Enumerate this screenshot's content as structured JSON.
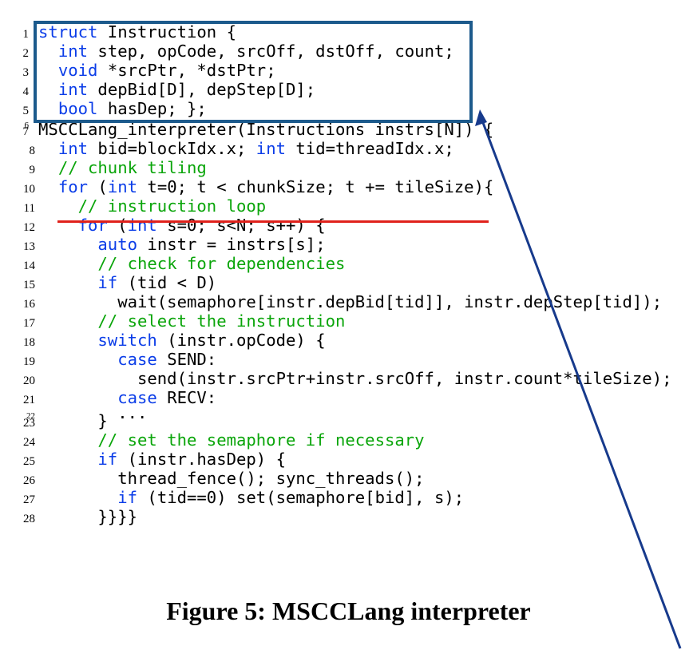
{
  "caption": "Figure 5: MSCCLang interpreter",
  "code_lines": [
    {
      "num": "1",
      "segments": [
        {
          "t": "struct",
          "c": "kw"
        },
        {
          "t": " Instruction {",
          "c": ""
        }
      ]
    },
    {
      "num": "2",
      "segments": [
        {
          "t": "  ",
          "c": ""
        },
        {
          "t": "int",
          "c": "kw"
        },
        {
          "t": " step, opCode, srcOff, dstOff, count;",
          "c": ""
        }
      ]
    },
    {
      "num": "3",
      "segments": [
        {
          "t": "  ",
          "c": ""
        },
        {
          "t": "void",
          "c": "kw"
        },
        {
          "t": " *srcPtr, *dstPtr;",
          "c": ""
        }
      ]
    },
    {
      "num": "4",
      "segments": [
        {
          "t": "  ",
          "c": ""
        },
        {
          "t": "int",
          "c": "kw"
        },
        {
          "t": " depBid[D], depStep[D];",
          "c": ""
        }
      ]
    },
    {
      "num": "5",
      "segments": [
        {
          "t": "  ",
          "c": ""
        },
        {
          "t": "bool",
          "c": "kw"
        },
        {
          "t": " hasDep; };",
          "c": ""
        }
      ]
    },
    {
      "num": "6",
      "segments": []
    },
    {
      "num": "7",
      "segments": [
        {
          "t": "MSCCLang_interpreter(Instructions instrs[N]) {",
          "c": ""
        }
      ]
    },
    {
      "num": "8",
      "segments": [
        {
          "t": "  ",
          "c": ""
        },
        {
          "t": "int",
          "c": "kw"
        },
        {
          "t": " bid=blockIdx.x; ",
          "c": ""
        },
        {
          "t": "int",
          "c": "kw"
        },
        {
          "t": " tid=threadIdx.x;",
          "c": ""
        }
      ]
    },
    {
      "num": "9",
      "segments": [
        {
          "t": "  ",
          "c": ""
        },
        {
          "t": "// chunk tiling",
          "c": "cm"
        }
      ]
    },
    {
      "num": "10",
      "segments": [
        {
          "t": "  ",
          "c": ""
        },
        {
          "t": "for",
          "c": "kw"
        },
        {
          "t": " (",
          "c": ""
        },
        {
          "t": "int",
          "c": "kw"
        },
        {
          "t": " t=0; t < chunkSize; t += tileSize){",
          "c": ""
        }
      ]
    },
    {
      "num": "11",
      "segments": [
        {
          "t": "    ",
          "c": ""
        },
        {
          "t": "// instruction loop",
          "c": "cm"
        }
      ]
    },
    {
      "num": "12",
      "segments": [
        {
          "t": "    ",
          "c": ""
        },
        {
          "t": "for",
          "c": "kw"
        },
        {
          "t": " (",
          "c": ""
        },
        {
          "t": "int",
          "c": "kw"
        },
        {
          "t": " s=0; s<N; s++) {",
          "c": ""
        }
      ]
    },
    {
      "num": "13",
      "segments": [
        {
          "t": "      ",
          "c": ""
        },
        {
          "t": "auto",
          "c": "kw"
        },
        {
          "t": " instr = instrs[s];",
          "c": ""
        }
      ]
    },
    {
      "num": "14",
      "segments": [
        {
          "t": "      ",
          "c": ""
        },
        {
          "t": "// check for dependencies",
          "c": "cm"
        }
      ]
    },
    {
      "num": "15",
      "segments": [
        {
          "t": "      ",
          "c": ""
        },
        {
          "t": "if",
          "c": "kw"
        },
        {
          "t": " (tid < D)",
          "c": ""
        }
      ]
    },
    {
      "num": "16",
      "segments": [
        {
          "t": "        wait(semaphore[instr.depBid[tid]], instr.depStep[tid]);",
          "c": ""
        }
      ]
    },
    {
      "num": "17",
      "segments": [
        {
          "t": "      ",
          "c": ""
        },
        {
          "t": "// select the instruction",
          "c": "cm"
        }
      ]
    },
    {
      "num": "18",
      "segments": [
        {
          "t": "      ",
          "c": ""
        },
        {
          "t": "switch",
          "c": "kw"
        },
        {
          "t": " (instr.opCode) {",
          "c": ""
        }
      ]
    },
    {
      "num": "19",
      "segments": [
        {
          "t": "        ",
          "c": ""
        },
        {
          "t": "case",
          "c": "kw"
        },
        {
          "t": " SEND:",
          "c": ""
        }
      ]
    },
    {
      "num": "20",
      "segments": [
        {
          "t": "          send(instr.srcPtr+instr.srcOff, instr.count*tileSize);",
          "c": ""
        }
      ]
    },
    {
      "num": "21",
      "segments": [
        {
          "t": "        ",
          "c": ""
        },
        {
          "t": "case",
          "c": "kw"
        },
        {
          "t": " RECV:",
          "c": ""
        }
      ]
    },
    {
      "num": "22",
      "segments": [
        {
          "t": "        ...",
          "c": ""
        }
      ]
    },
    {
      "num": "23",
      "segments": [
        {
          "t": "      }",
          "c": ""
        }
      ]
    },
    {
      "num": "24",
      "segments": [
        {
          "t": "      ",
          "c": ""
        },
        {
          "t": "// set the semaphore if necessary",
          "c": "cm"
        }
      ]
    },
    {
      "num": "25",
      "segments": [
        {
          "t": "      ",
          "c": ""
        },
        {
          "t": "if",
          "c": "kw"
        },
        {
          "t": " (instr.hasDep) {",
          "c": ""
        }
      ]
    },
    {
      "num": "26",
      "segments": [
        {
          "t": "        thread_fence(); sync_threads();",
          "c": ""
        }
      ]
    },
    {
      "num": "27",
      "segments": [
        {
          "t": "        ",
          "c": ""
        },
        {
          "t": "if",
          "c": "kw"
        },
        {
          "t": " (tid==0) set(semaphore[bid], s);",
          "c": ""
        }
      ]
    },
    {
      "num": "28",
      "segments": [
        {
          "t": "      }}}}",
          "c": ""
        }
      ]
    }
  ],
  "colors": {
    "keyword": "#0b3de8",
    "comment": "#0aa50a",
    "box_border": "#1c5a8c",
    "underline": "#e0211b",
    "arrow": "#173a8c"
  }
}
